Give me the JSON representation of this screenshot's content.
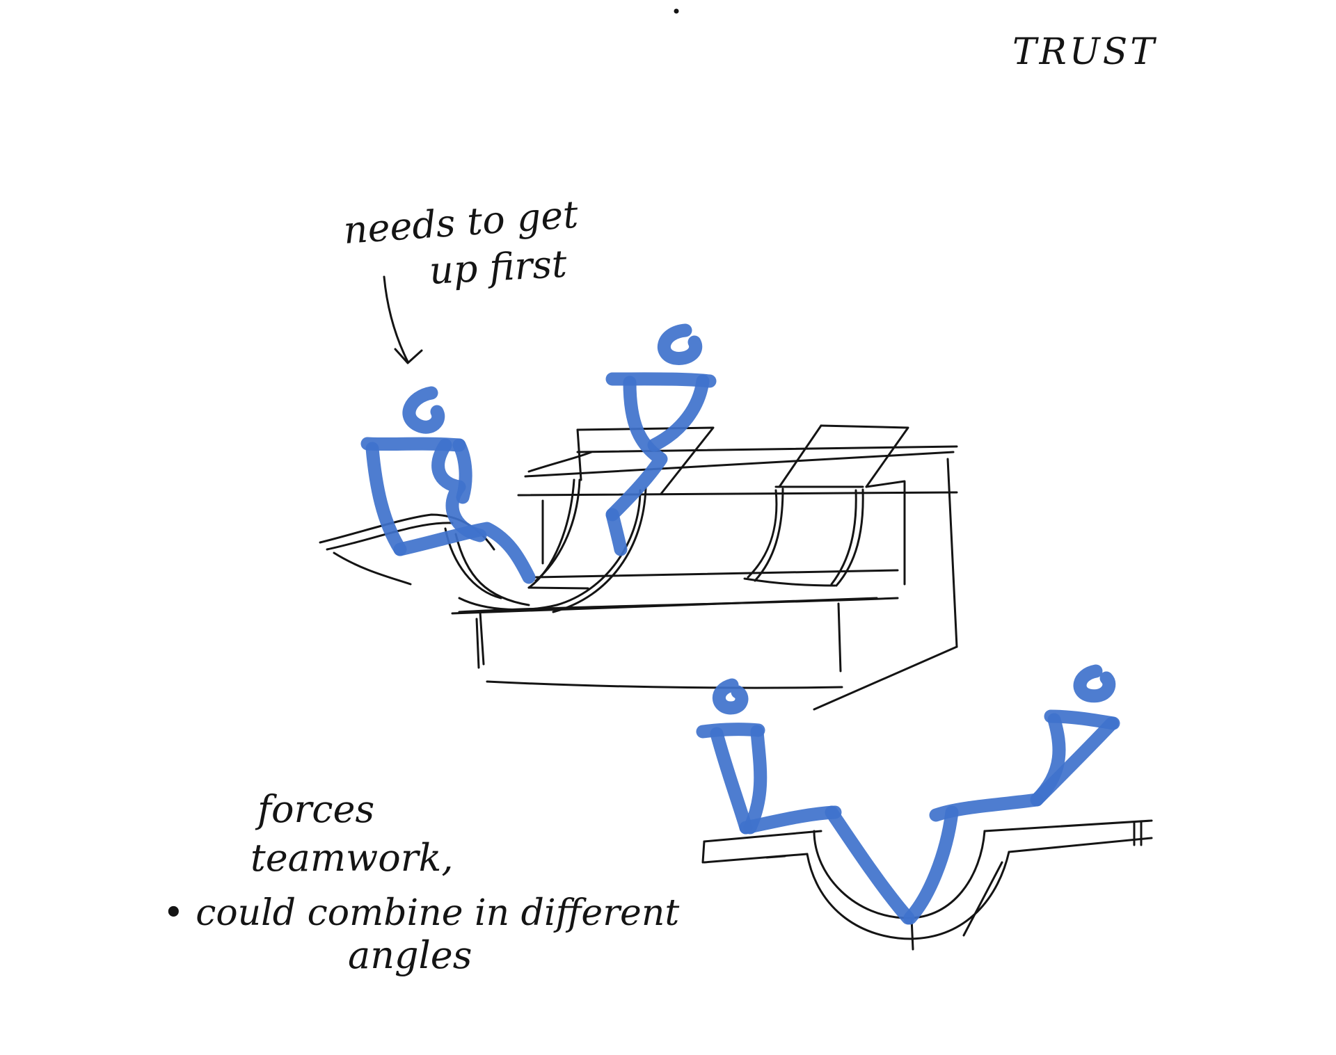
{
  "notes": {
    "title": "TRUST",
    "arrow_note_line1": "needs to get",
    "arrow_note_line2": "up first",
    "bottom_note_line1": "forces",
    "bottom_note_line2": "teamwork,",
    "bottom_note_line3": "• could combine in different",
    "bottom_note_line4": "angles"
  },
  "colors": {
    "ink": "#141414",
    "marker_blue": "#3f72cc",
    "paper": "#ffffff"
  }
}
